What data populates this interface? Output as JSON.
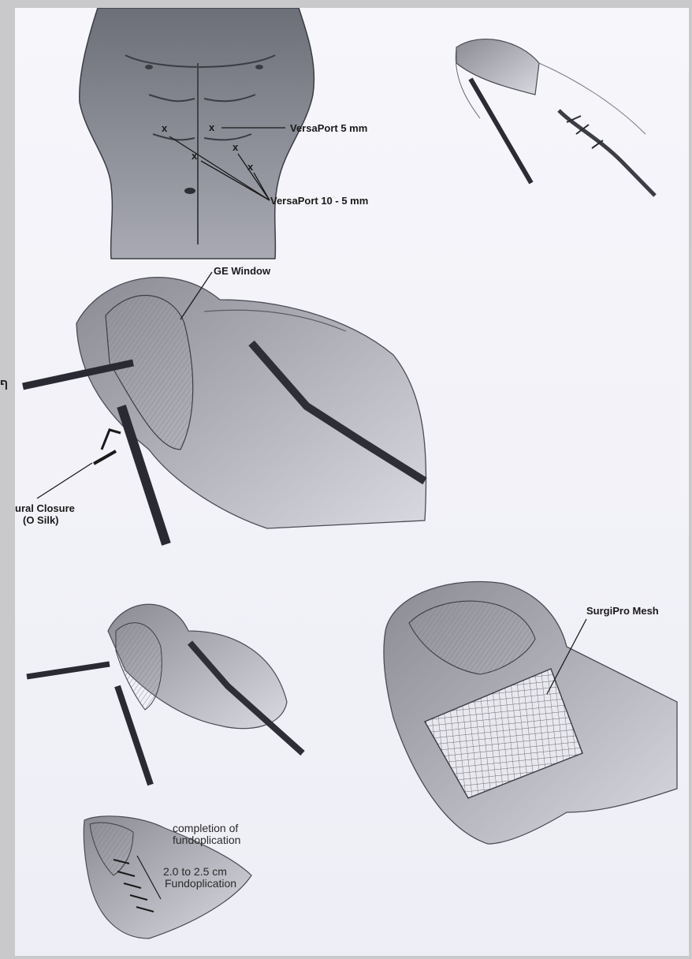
{
  "figure": {
    "edge_glyph": "ף",
    "ports": {
      "marks": [
        "x",
        "x",
        "x",
        "x",
        "x"
      ],
      "label_5mm": "VersaPort 5 mm",
      "label_10mm": "VersaPort 10 - 5 mm"
    },
    "dissection": {
      "label_window": "GE Window",
      "label_closure_1": "ural Closure",
      "label_closure_2": "(O Silk)"
    },
    "mesh": {
      "label": "SurgiPro Mesh"
    },
    "fundoplication": {
      "label_completion_1": "completion of",
      "label_completion_2": "fundoplication",
      "label_length_1": "2.0 to 2.5 cm",
      "label_length_2": "Fundoplication"
    }
  },
  "colors": {
    "ink": "#1a1a1a",
    "shade": "#55565f",
    "paper": "#f4f4fa",
    "backdrop": "#c9c9cb"
  }
}
